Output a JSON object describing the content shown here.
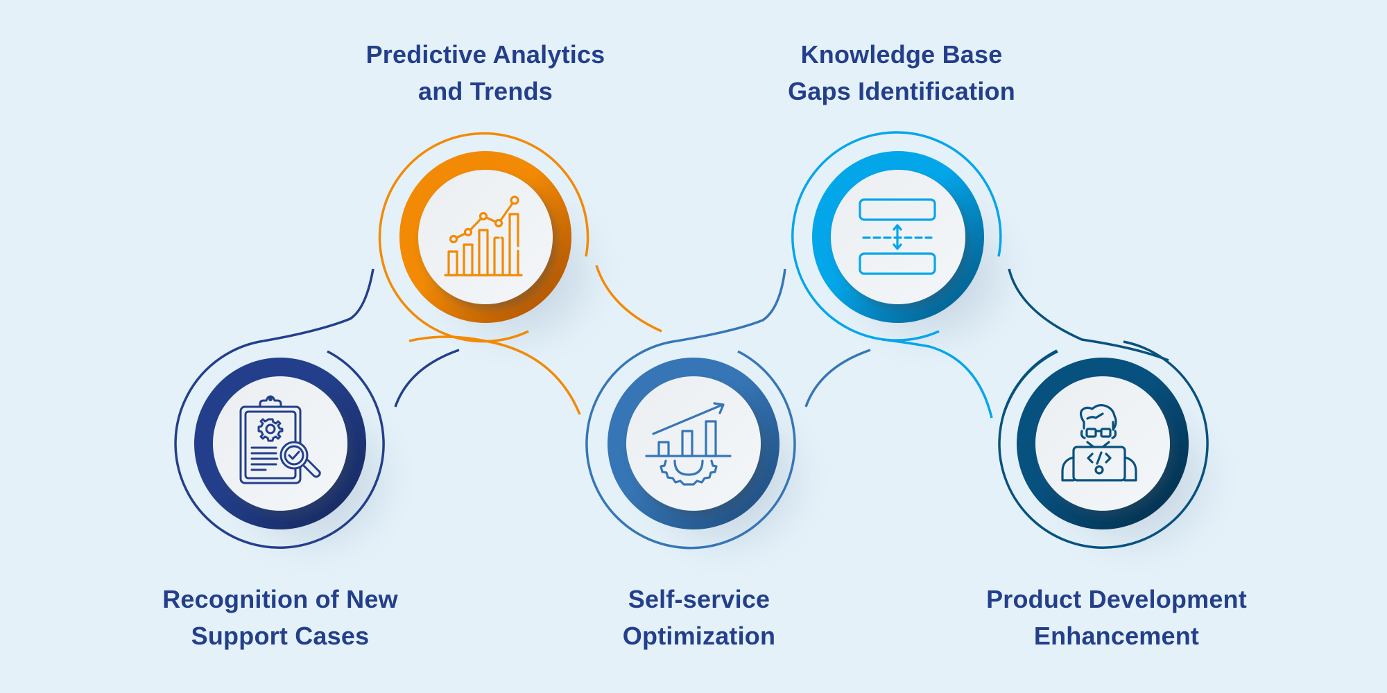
{
  "background": "#e4f1f9",
  "text_color": "#243f8a",
  "steps": [
    {
      "id": "recognition",
      "title_line1": "Recognition of New",
      "title_line2": "Support Cases",
      "icon": "clipboard-gear-magnifier-check-icon",
      "color": "#233f8c",
      "color_dark": "#1a2f6b",
      "position": "bottom"
    },
    {
      "id": "predictive",
      "title_line1": "Predictive Analytics",
      "title_line2": "and Trends",
      "icon": "bar-line-chart-icon",
      "color": "#f28a05",
      "color_dark": "#b45303",
      "position": "top"
    },
    {
      "id": "self-service",
      "title_line1": "Self-service",
      "title_line2": "Optimization",
      "icon": "growth-chart-gear-icon",
      "color": "#3676b6",
      "color_dark": "#214f82",
      "position": "bottom"
    },
    {
      "id": "knowledge",
      "title_line1": "Knowledge Base",
      "title_line2": "Gaps Identification",
      "icon": "gap-spacing-arrows-icon",
      "color": "#04a6ea",
      "color_dark": "#035e8c",
      "position": "top"
    },
    {
      "id": "product",
      "title_line1": "Product Development",
      "title_line2": "Enhancement",
      "icon": "developer-laptop-code-icon",
      "color": "#07517f",
      "color_dark": "#04304d",
      "position": "bottom"
    }
  ]
}
